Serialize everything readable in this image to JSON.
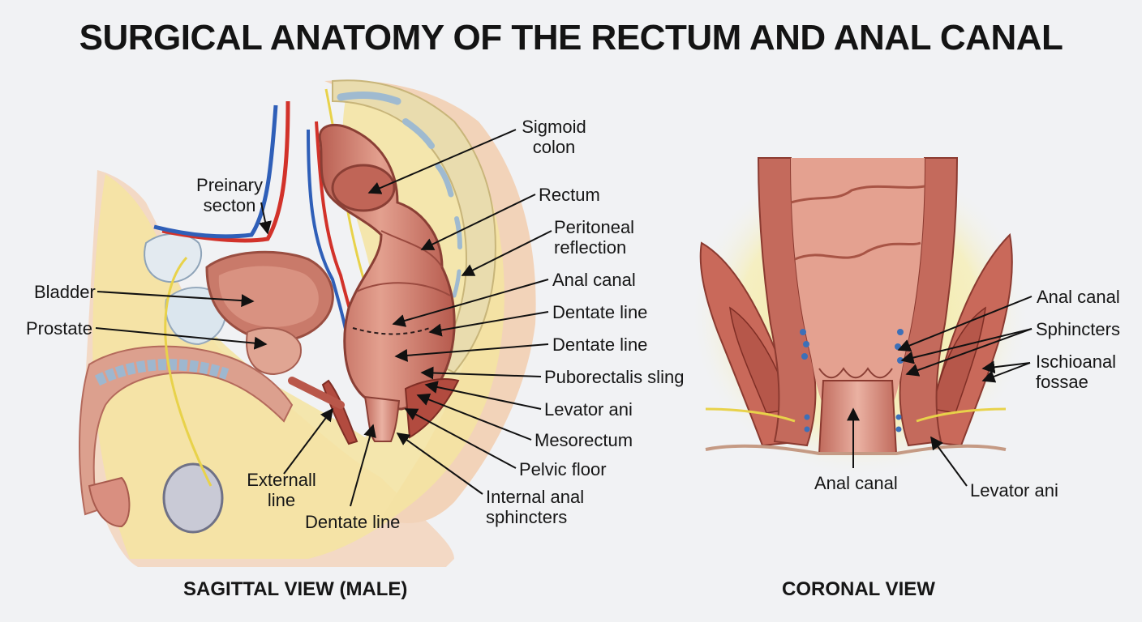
{
  "title": "SURGICAL ANATOMY OF THE RECTUM AND ANAL CANAL",
  "views": {
    "sagittal": "SAGITTAL VIEW (MALE)",
    "coronal": "CORONAL VIEW"
  },
  "sagittal_labels": {
    "preinary_section": [
      "Preinary",
      "secton"
    ],
    "bladder": "Bladder",
    "prostate": "Prostate",
    "sigmoid_colon": [
      "Sigmoid",
      "colon"
    ],
    "rectum": "Rectum",
    "peritoneal_reflection": [
      "Peritoneal",
      "reflection"
    ],
    "anal_canal": "Anal canal",
    "dentate_line_1": "Dentate line",
    "dentate_line_2": "Dentate line",
    "puborectalis_sling": "Puborectalis sling",
    "levator_ani": "Levator ani",
    "mesorectum": "Mesorectum",
    "pelvic_floor": "Pelvic floor",
    "internal_anal_sphincters": [
      "Internal anal",
      "sphincters"
    ],
    "external_line": [
      "Externall",
      "line"
    ],
    "dentate_line_bottom": "Dentate line"
  },
  "coronal_labels": {
    "anal_canal_right": "Anal canal",
    "sphincters": "Sphincters",
    "ischioanal_fossae": [
      "Ischioanal",
      "fossae"
    ],
    "anal_canal_bottom": "Anal canal",
    "levator_ani": "Levator ani"
  },
  "colors": {
    "tissue_pink": "#d9897a",
    "tissue_dark": "#b25a4e",
    "fat_yellow": "#f4e7a8",
    "bone": "#e8dcb0",
    "artery_red": "#d2322a",
    "vein_blue": "#2f5fb8",
    "nerve_yellow": "#e8d24a",
    "skin": "#f2d4bd"
  }
}
